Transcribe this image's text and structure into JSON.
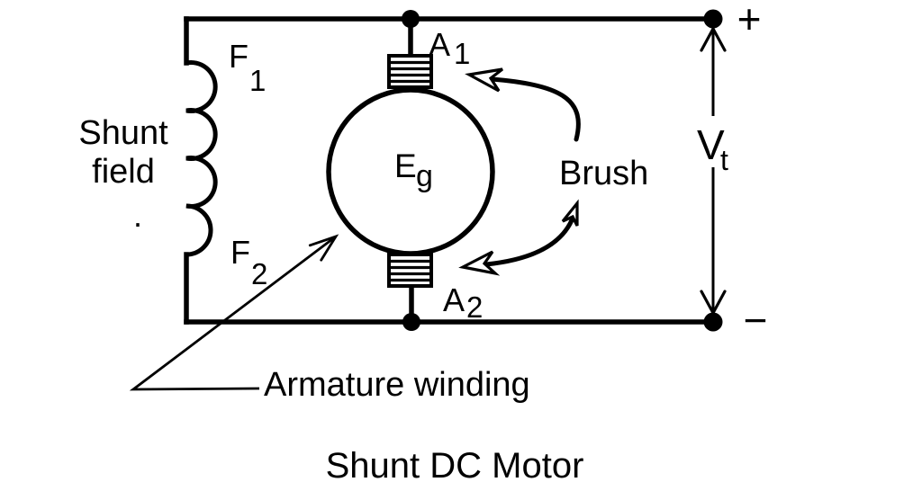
{
  "type": "circuit-diagram",
  "title": "Shunt DC Motor",
  "colors": {
    "line": "#000000",
    "background": "#ffffff"
  },
  "labels": {
    "shunt_field_line1": "Shunt",
    "shunt_field_line2": "field",
    "stray_period": ".",
    "f1": {
      "base": "F",
      "sub": "1"
    },
    "f2": {
      "base": "F",
      "sub": "2"
    },
    "a1": {
      "base": "A",
      "sub": "1"
    },
    "a2": {
      "base": "A",
      "sub": "2"
    },
    "eg": {
      "base": "E",
      "sub": "g"
    },
    "vt": {
      "base": "V",
      "sub": "t"
    },
    "brush": "Brush",
    "armature_winding": "Armature winding",
    "plus": "+",
    "minus": "−"
  }
}
